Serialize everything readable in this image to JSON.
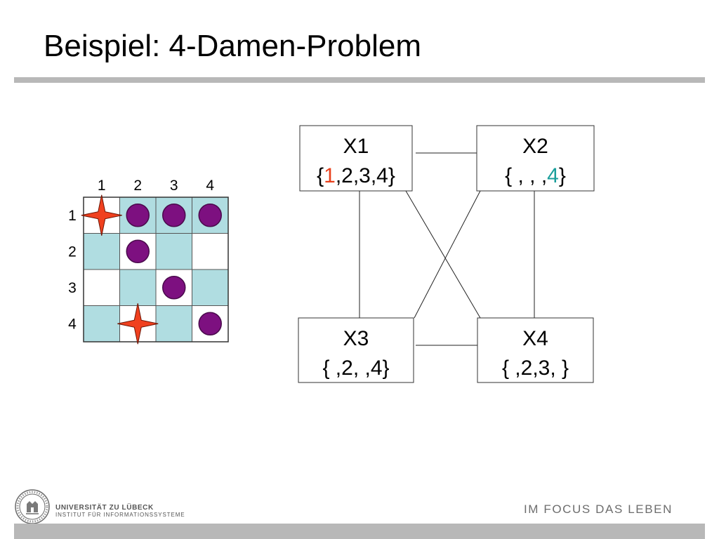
{
  "slide": {
    "title": "Beispiel: 4-Damen-Problem"
  },
  "board": {
    "size": 4,
    "column_labels": [
      "1",
      "2",
      "3",
      "4"
    ],
    "row_labels": [
      "1",
      "2",
      "3",
      "4"
    ],
    "cell_colors": [
      [
        "white",
        "teal",
        "teal",
        "teal"
      ],
      [
        "teal",
        "white",
        "teal",
        "white"
      ],
      [
        "white",
        "teal",
        "white",
        "teal"
      ],
      [
        "teal",
        "white",
        "teal",
        "white"
      ]
    ],
    "queens": [
      {
        "row": 1,
        "col": 1
      },
      {
        "row": 4,
        "col": 2
      }
    ],
    "blocked": [
      {
        "row": 1,
        "col": 2
      },
      {
        "row": 1,
        "col": 3
      },
      {
        "row": 1,
        "col": 4
      },
      {
        "row": 2,
        "col": 2
      },
      {
        "row": 3,
        "col": 3
      },
      {
        "row": 4,
        "col": 4
      }
    ],
    "colors": {
      "teal": "#b0dde1",
      "white": "#ffffff",
      "queen": "#f0401e",
      "blocked": "#7d1080"
    }
  },
  "constraint_graph": {
    "nodes": [
      {
        "id": "X1",
        "name": "X1",
        "name_color": "#e8401c",
        "domain_parts": [
          {
            "text": "{",
            "color": "#000000"
          },
          {
            "text": "1",
            "color": "#e8401c"
          },
          {
            "text": ",2,3,4}",
            "color": "#000000"
          }
        ]
      },
      {
        "id": "X2",
        "name": "X2",
        "name_color": "#1a9e9b",
        "domain_parts": [
          {
            "text": "{  ,  ,  ,",
            "color": "#000000"
          },
          {
            "text": "4",
            "color": "#1a9e9b"
          },
          {
            "text": "}",
            "color": "#000000"
          }
        ]
      },
      {
        "id": "X3",
        "name": "X3",
        "name_color": "#000000",
        "domain_parts": [
          {
            "text": "{  ,2,  ,4}",
            "color": "#000000"
          }
        ]
      },
      {
        "id": "X4",
        "name": "X4",
        "name_color": "#000000",
        "domain_parts": [
          {
            "text": "{  ,2,3,  }",
            "color": "#000000"
          }
        ]
      }
    ],
    "edges": [
      [
        "X1",
        "X2"
      ],
      [
        "X1",
        "X3"
      ],
      [
        "X1",
        "X4"
      ],
      [
        "X2",
        "X3"
      ],
      [
        "X2",
        "X4"
      ],
      [
        "X3",
        "X4"
      ]
    ]
  },
  "footer": {
    "university": "UNIVERSITÄT ZU LÜBECK",
    "institute": "INSTITUT FÜR INFORMATIONSSYSTEME",
    "motto": "IM FOCUS DAS LEBEN",
    "bar_color": "#b8b8b8"
  }
}
